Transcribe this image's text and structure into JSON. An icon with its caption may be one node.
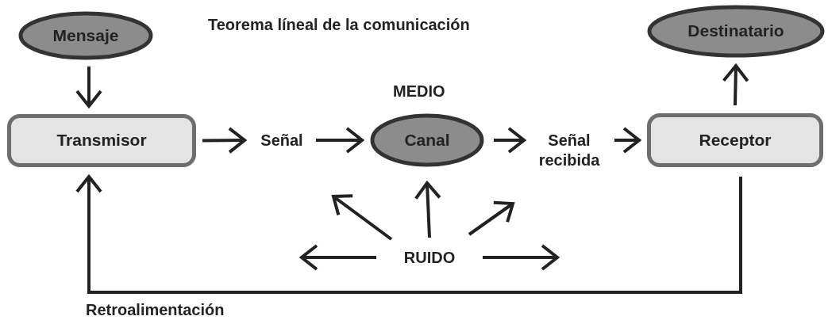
{
  "diagram": {
    "title": "Teorema líneal de la comunicación",
    "nodes": [
      {
        "text": [
          "Mensaje"
        ]
      },
      {
        "text": [
          "Destinatario"
        ]
      },
      {
        "text": [
          "Transmisor"
        ]
      },
      {
        "text": [
          "Señal"
        ]
      },
      {
        "text": [
          "Canal"
        ],
        "beside": [
          "MEDIO"
        ]
      },
      {
        "text": [
          "Señal recibida"
        ]
      },
      {
        "text": [
          "Receptor"
        ]
      },
      {
        "text": [
          "RUIDO"
        ]
      }
    ],
    "edges": [
      {
        "from": 0,
        "to": 2,
        "arrow": "to"
      },
      {
        "from": 2,
        "to": 3,
        "arrow": "to"
      },
      {
        "from": 3,
        "to": 4,
        "arrow": "to"
      },
      {
        "from": 4,
        "to": 5,
        "arrow": "to"
      },
      {
        "from": 5,
        "to": 6,
        "arrow": "to"
      },
      {
        "from": 6,
        "to": 1,
        "arrow": "to"
      },
      {
        "from": 6,
        "to": 2,
        "arrow": "to",
        "label": "Retroalimentación"
      },
      {
        "from": 7,
        "to": null,
        "arrow": "to"
      },
      {
        "from": 7,
        "to": null,
        "arrow": "to"
      },
      {
        "from": 7,
        "to": 4,
        "arrow": "to"
      },
      {
        "from": 7,
        "to": null,
        "arrow": "to"
      },
      {
        "from": 7,
        "to": null,
        "arrow": "to"
      }
    ]
  }
}
